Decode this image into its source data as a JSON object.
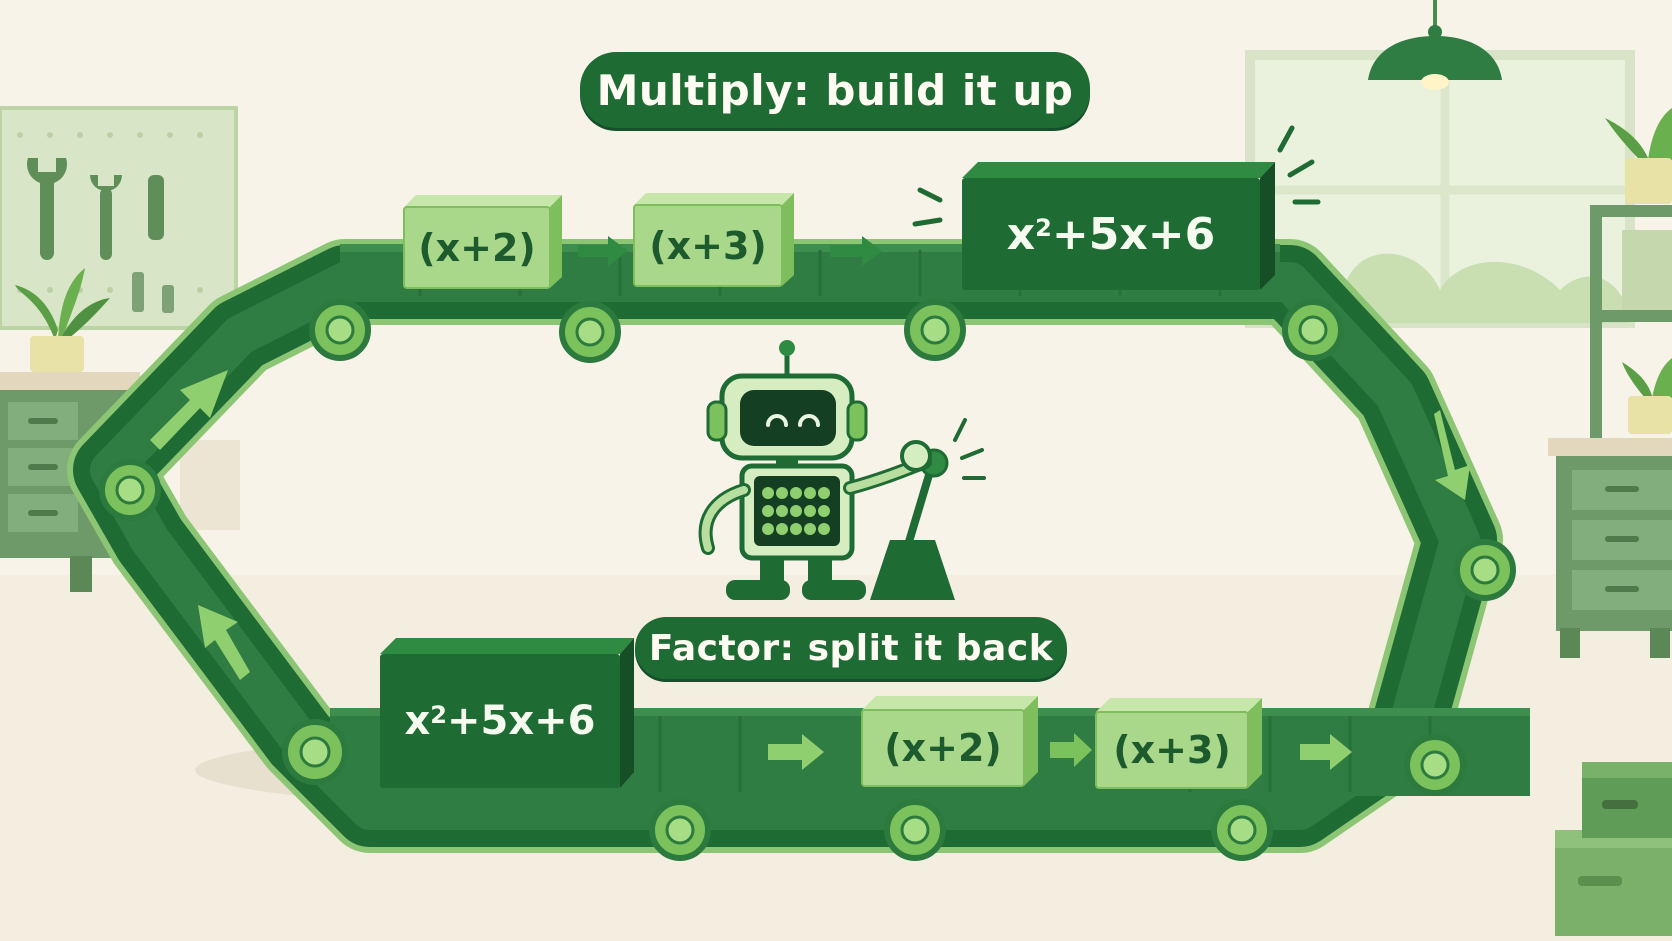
{
  "labels": {
    "multiply": "Multiply: build it up",
    "factor": "Factor: split it back"
  },
  "top_row": {
    "factor_a": "(x+2)",
    "factor_b": "(x+3)",
    "product": {
      "base": "x",
      "exponent": "2",
      "rest": "+5x+6"
    }
  },
  "bottom_row": {
    "product": {
      "base": "x",
      "exponent": "2",
      "rest": "+5x+6"
    },
    "factor_a": "(x+2)",
    "factor_b": "(x+3)"
  },
  "colors": {
    "background": "#f8f3e8",
    "belt_dark": "#1f6b34",
    "belt_mid": "#2f7d43",
    "block_light": "#a9d88a",
    "block_dark": "#1f6b34",
    "accent": "#7cc25c"
  }
}
